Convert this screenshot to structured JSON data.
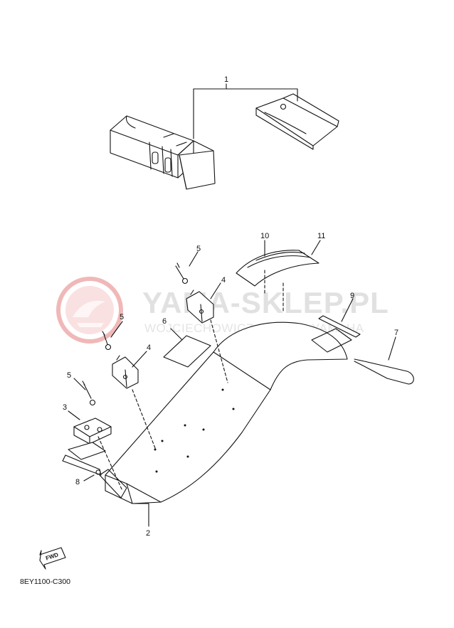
{
  "callouts": {
    "c1": "1",
    "c2": "2",
    "c3": "3",
    "c4a": "4",
    "c4b": "4",
    "c5a": "5",
    "c5b": "5",
    "c5c": "5",
    "c6": "6",
    "c7": "7",
    "c8": "8",
    "c9": "9",
    "c10": "10",
    "c11": "11"
  },
  "fwd_label": "FWD",
  "diagram_code": "8EY1100-C300",
  "watermark": {
    "main": "YAMA-SKLEP.PL",
    "sub": "WOJCIECHOWICZ DEALER YAMAHA",
    "logo_color": "#e8a0a0"
  }
}
